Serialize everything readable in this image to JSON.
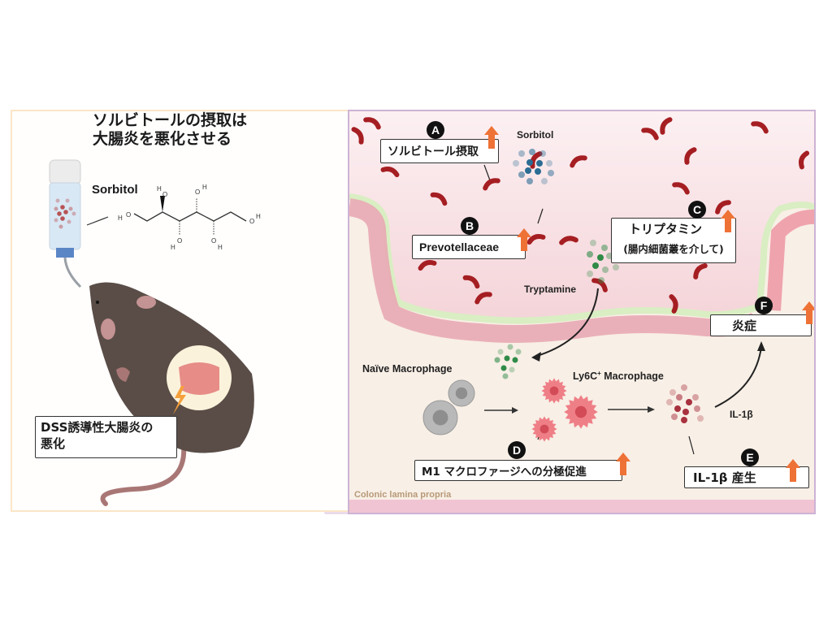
{
  "left_panel": {
    "title_line1": "ソルビトールの摂取は",
    "title_line2": "大腸炎を悪化させる",
    "sorbitol_label": "Sorbitol",
    "dss_box_line1": "DSS誘導性大腸炎の",
    "dss_box_line2": "悪化",
    "molecule_atoms": {
      "O": "O",
      "H": "H"
    }
  },
  "right_panel": {
    "sorbitol_label": "Sorbitol",
    "tryptamine_label": "Tryptamine",
    "naive_macrophage_label": "Naïve  Macrophage",
    "ly6c_macrophage_label": "Ly6C",
    "ly6c_superscript": "+",
    "ly6c_suffix": " Macrophage",
    "il1b_label": "IL-1β",
    "region_label": "Colonic lamina propria",
    "steps": [
      {
        "badge": "A",
        "text": "ソルビトール摂取",
        "trend": "up"
      },
      {
        "badge": "B",
        "text": "Prevotellaceae",
        "trend": "up"
      },
      {
        "badge": "C",
        "text": "トリプタミン",
        "subtext": "(腸内細菌叢を介して)",
        "trend": "up"
      },
      {
        "badge": "D",
        "text": "M1 マクロファージへの分極促進",
        "trend": "up"
      },
      {
        "badge": "E",
        "text": "IL-1β 産生",
        "trend": "up"
      },
      {
        "badge": "F",
        "text": "炎症",
        "trend": "up"
      }
    ]
  },
  "colors": {
    "arrow_up": "#ee7236",
    "bacteria": "#a51e22",
    "lumen": "#fbeff0",
    "lamina": "#f8efe6",
    "epithelium": "#e8a9b4",
    "mucus": "#d9eec2",
    "sorbitol_dots": "#2b6c93",
    "tryptamine_dots": "#2f8b47",
    "il1b_dots": "#a8323f",
    "macrophage_m1": "#ef7f87",
    "macrophage_naive": "#b9b9b9",
    "mouse": "#5a4d47",
    "region_label": "#b79a78"
  }
}
